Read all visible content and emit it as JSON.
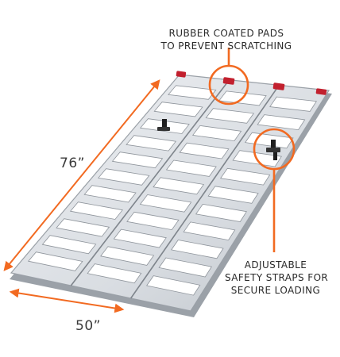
{
  "callouts": {
    "pads": {
      "line1": "RUBBER COATED PADS",
      "line2": "TO PREVENT SCRATCHING"
    },
    "straps": {
      "line1": "ADJUSTABLE",
      "line2": "SAFETY STRAPS FOR",
      "line3": "SECURE LOADING"
    }
  },
  "dimensions": {
    "length": "76”",
    "width": "50”"
  },
  "colors": {
    "accent": "#f26a21",
    "ramp_light": "#e7eaee",
    "ramp_mid": "#c4c9cf",
    "ramp_dark": "#8e949b",
    "pad": "#c2202e",
    "strap": "#1f1f1f"
  },
  "icons": [
    "arrow-head-icon",
    "callout-circle-icon"
  ]
}
